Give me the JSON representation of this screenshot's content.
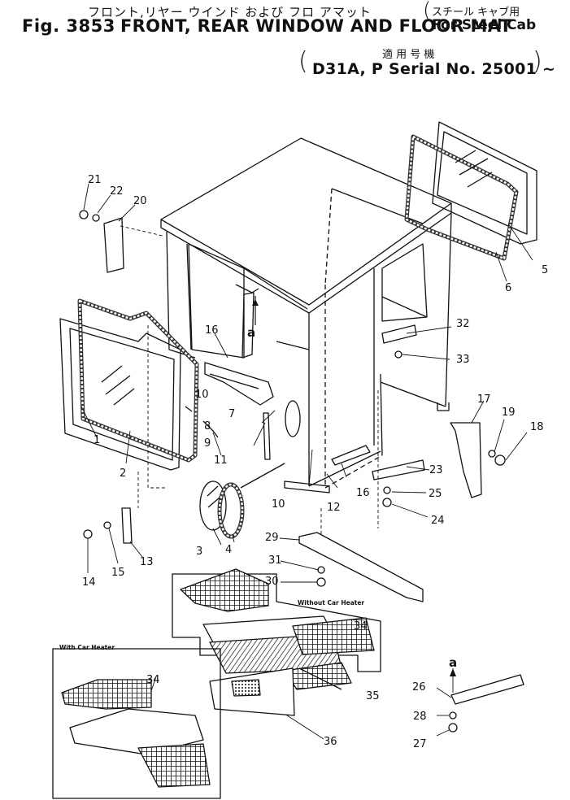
{
  "header": {
    "title_jp": "フロント,リヤー ウインド および フロ アマット",
    "subtitle_jp": "スチール キャブ用",
    "fig_number": "Fig. 3853",
    "title_en": "FRONT, REAR WINDOW AND FLOOR MAT",
    "subtitle_en": "For Steel Cab",
    "serial_jp": "適 用 号 機",
    "serial_en": "D31A, P  Serial No. 25001 ~"
  },
  "diagram": {
    "reference_labels": [
      "a",
      "a"
    ],
    "box_captions": {
      "without_heater": "Without Car Heater",
      "with_heater": "With Car Heater"
    },
    "part_numbers": [
      "21",
      "22",
      "20",
      "5",
      "6",
      "16",
      "32",
      "33",
      "10",
      "7",
      "8",
      "9",
      "17",
      "19",
      "18",
      "1",
      "2",
      "11",
      "23",
      "16",
      "10",
      "12",
      "25",
      "24",
      "3",
      "4",
      "13",
      "15",
      "14",
      "29",
      "31",
      "30",
      "34",
      "34",
      "35",
      "26",
      "28",
      "27",
      "36"
    ]
  }
}
